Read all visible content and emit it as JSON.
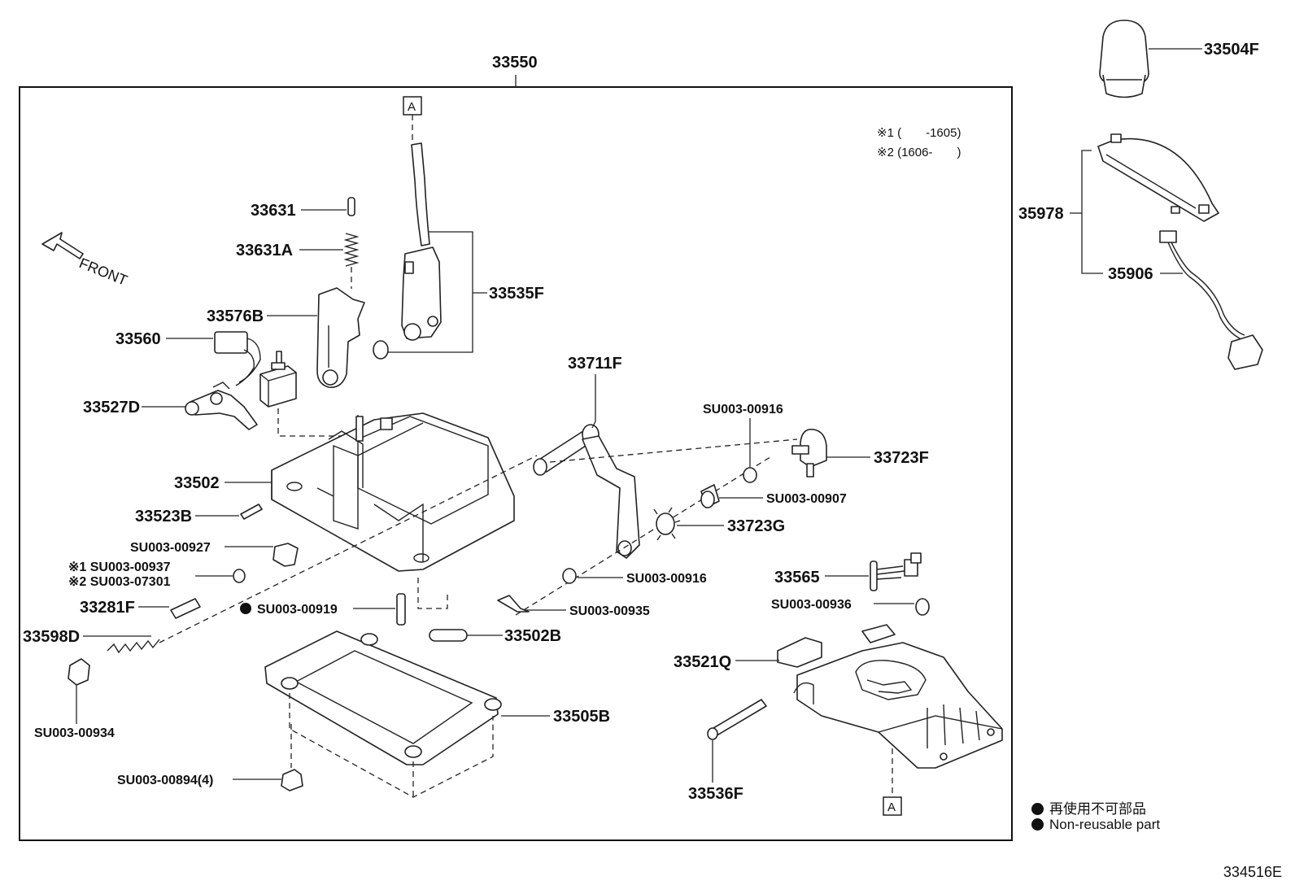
{
  "assembly_label": "33550",
  "labels": {
    "p33504F": "33504F",
    "p35978": "35978",
    "p35906": "35906",
    "p33631": "33631",
    "p33631A": "33631A",
    "p33535F": "33535F",
    "p33576B": "33576B",
    "p33560": "33560",
    "p33527D": "33527D",
    "p33711F": "33711F",
    "su00916_top": "SU003-00916",
    "p33723F": "33723F",
    "su00907": "SU003-00907",
    "p33502": "33502",
    "p33723G": "33723G",
    "p33523B": "33523B",
    "su00927": "SU003-00927",
    "su00937": "※1 SU003-00937",
    "su07301": "※2 SU003-07301",
    "p33565": "33565",
    "su00916_mid": "SU003-00916",
    "p33281F": "33281F",
    "su00919": "SU003-00919",
    "su00935": "SU003-00935",
    "su00936": "SU003-00936",
    "p33598D": "33598D",
    "p33502B": "33502B",
    "p33521Q": "33521Q",
    "su00934": "SU003-00934",
    "p33505B": "33505B",
    "su00894": "SU003-00894(4)",
    "p33536F": "33536F"
  },
  "ref_marker": "A",
  "front_label": "FRONT",
  "notes": [
    "※1 (　　-1605)",
    "※2 (1606-　　)"
  ],
  "legend": [
    "再使用不可部品",
    "Non-reusable part"
  ],
  "diagram_code": "334516E"
}
